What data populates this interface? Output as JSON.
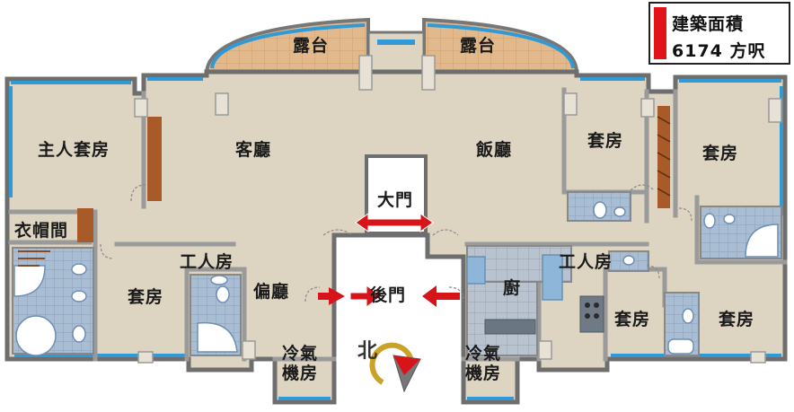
{
  "area": {
    "title": "建築面積",
    "value": "6174 方呎"
  },
  "rooms": {
    "terrace_left": "露台",
    "terrace_right": "露台",
    "master_suite": "主人套房",
    "living_room": "客廳",
    "dining_room": "飯廳",
    "suite_upper_mid": "套房",
    "suite_upper_right": "套房",
    "cloakroom": "衣帽間",
    "main_door": "大門",
    "suite_lower_left": "套房",
    "maid_room_left": "工人房",
    "side_hall": "偏廳",
    "back_door": "後門",
    "kitchen": "廚",
    "maid_room_right": "工人房",
    "suite_lower_mid": "套房",
    "suite_lower_right": "套房",
    "ac_room_left": [
      "冷氣",
      "機房"
    ],
    "ac_room_right": [
      "冷氣",
      "機房"
    ]
  },
  "compass": {
    "label": "北"
  },
  "colors": {
    "floor": "#ddd4c2",
    "wall": "#7a7a7a",
    "window": "#2f9ad6",
    "terrace": "#e2b98c",
    "tile": "#9fb3cc",
    "wood": "#a85a28",
    "arrow": "#d8141b",
    "accent_red": "#e1131b"
  }
}
